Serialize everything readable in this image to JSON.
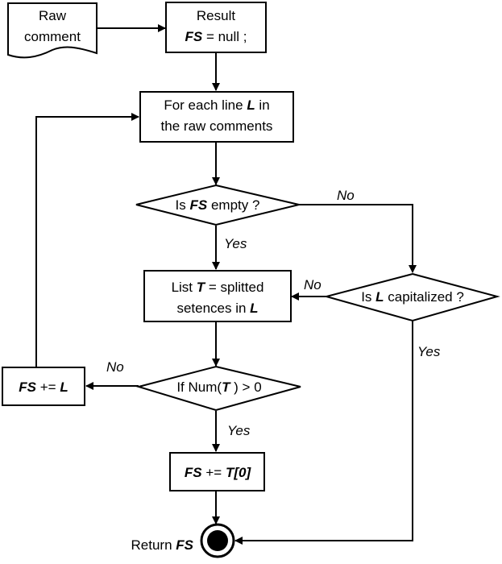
{
  "nodes": {
    "raw_comment": {
      "line1": "Raw",
      "line2": "comment"
    },
    "result_init": {
      "line1": "Result",
      "var": "FS",
      "rest": " = null ;"
    },
    "for_each": {
      "p1": "For each line ",
      "var": "L",
      "p2": "  in",
      "line2": "the raw comments"
    },
    "is_fs_empty": {
      "p1": "Is ",
      "var": "FS",
      "p2": " empty ?"
    },
    "list_t": {
      "p1": "List ",
      "var": "T",
      "p2": " = splitted",
      "line2a": "setences in ",
      "var2": "L"
    },
    "is_l_capitalized": {
      "p1": "Is ",
      "var": "L",
      "p2": " capitalized ?"
    },
    "if_num_t": {
      "p1": "If Num(",
      "var": "T",
      "p2": " ) > 0"
    },
    "fs_append_l": {
      "var": "FS",
      "op": " += ",
      "var2": "L"
    },
    "fs_append_t0": {
      "var": "FS",
      "op": " += ",
      "var2": "T[0]"
    },
    "return_fs": {
      "p1": "Return ",
      "var": "FS"
    }
  },
  "edge_labels": {
    "empty_no": "No",
    "empty_yes": "Yes",
    "capitalized_no": "No",
    "capitalized_yes": "Yes",
    "num_no": "No",
    "num_yes": "Yes"
  }
}
